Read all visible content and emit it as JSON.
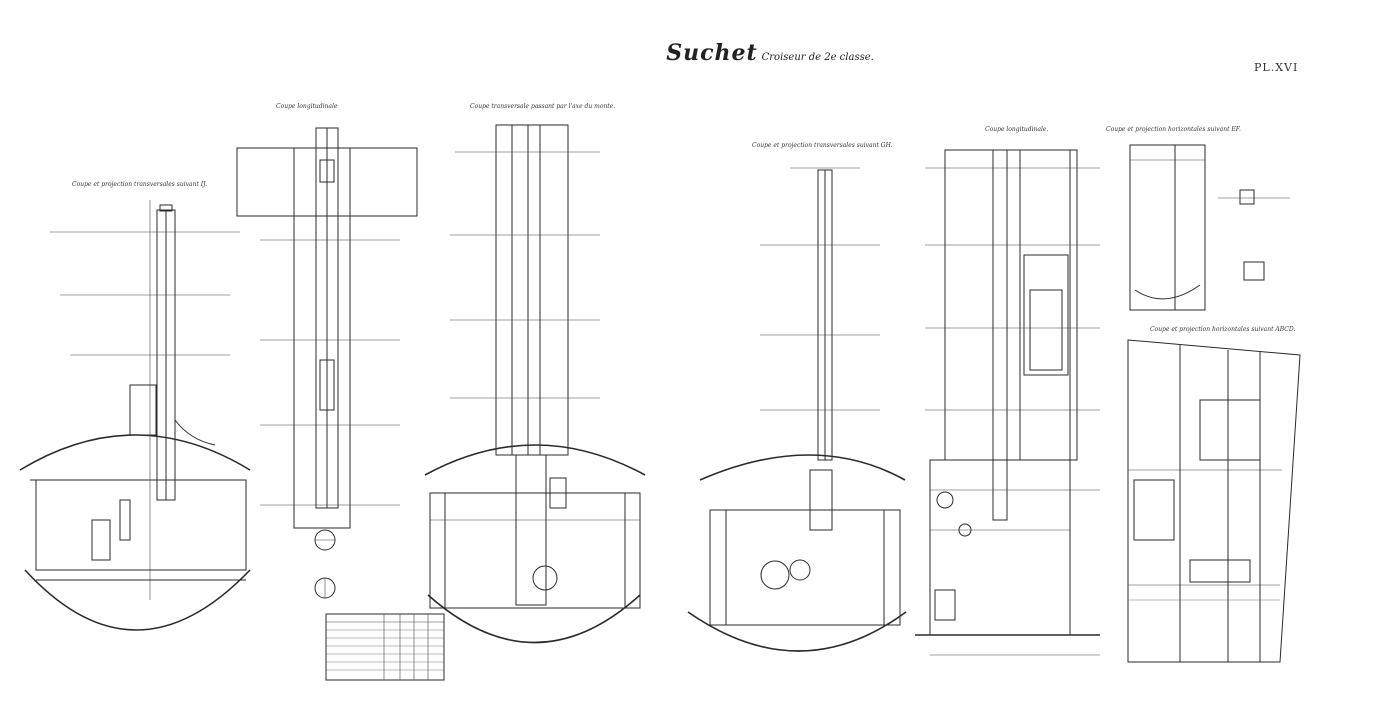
{
  "title": {
    "ship_name": "Suchet",
    "ship_class": "Croiseur de 2e classe.",
    "plate": "PL.XVI"
  },
  "views": [
    {
      "id": "v1",
      "caption": "Coupe et projection transversales suivant IJ."
    },
    {
      "id": "v2",
      "caption": "Coupe longitudinale"
    },
    {
      "id": "v3",
      "caption": "Coupe transversale passant par l'axe du monte."
    },
    {
      "id": "v4",
      "caption": "Coupe et projection transversales suivant GH."
    },
    {
      "id": "v5",
      "caption": "Coupe longitudinale."
    },
    {
      "id": "v6",
      "caption": "Coupe et projection horizontales suivant EF."
    },
    {
      "id": "v7",
      "caption": "Coupe et projection horizontales suivant ABCD."
    }
  ],
  "legend": {}
}
